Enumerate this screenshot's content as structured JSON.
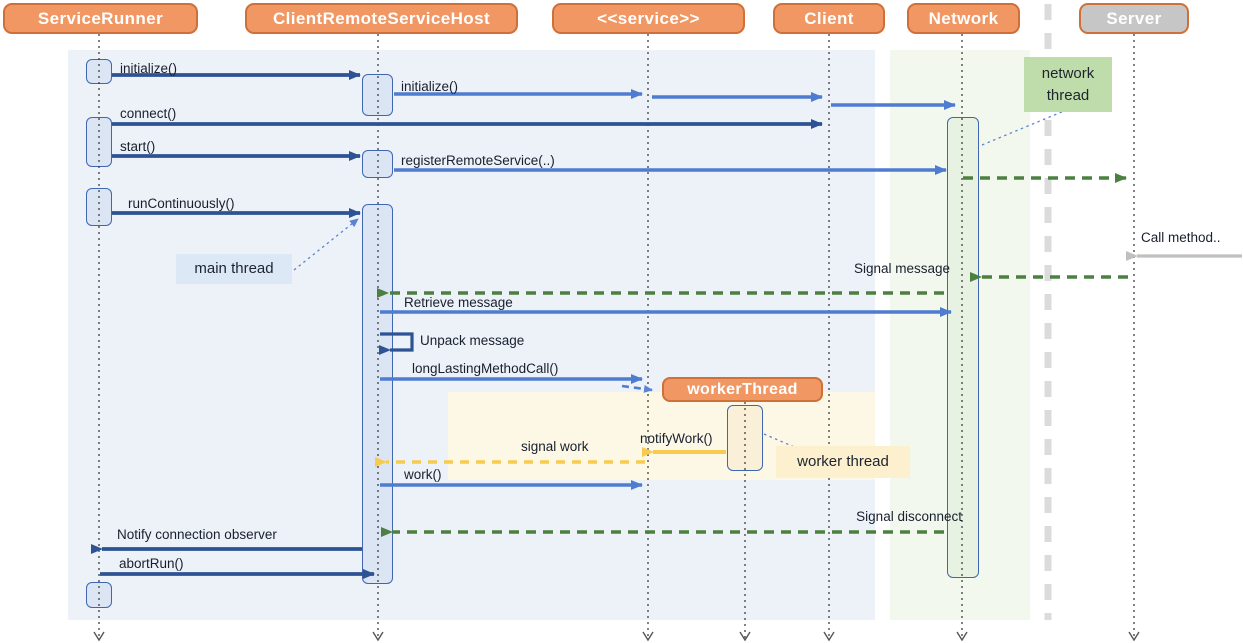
{
  "diagram": {
    "participants": [
      {
        "label": "ServiceRunner",
        "kind": "client"
      },
      {
        "label": "ClientRemoteServiceHost",
        "kind": "client"
      },
      {
        "label": "<<service>>",
        "kind": "client"
      },
      {
        "label": "Client",
        "kind": "client"
      },
      {
        "label": "Network",
        "kind": "client"
      },
      {
        "label": "Server",
        "kind": "server"
      }
    ],
    "spawned": {
      "label": "workerThread"
    },
    "notes": {
      "network_thread": "network thread",
      "main_thread": "main thread",
      "worker_thread": "worker thread"
    },
    "messages": [
      {
        "label": "initialize()",
        "from": "ServiceRunner",
        "to": "ClientRemoteServiceHost",
        "style": "sync"
      },
      {
        "label": "initialize()",
        "from": "ClientRemoteServiceHost",
        "to": "<<service>>",
        "style": "async"
      },
      {
        "label": "",
        "from": "<<service>>",
        "to": "Client",
        "style": "async"
      },
      {
        "label": "",
        "from": "Client",
        "to": "Network",
        "style": "async"
      },
      {
        "label": "connect()",
        "from": "ServiceRunner",
        "to": "Client",
        "style": "sync"
      },
      {
        "label": "start()",
        "from": "ServiceRunner",
        "to": "ClientRemoteServiceHost",
        "style": "sync"
      },
      {
        "label": "registerRemoteService(..)",
        "from": "ClientRemoteServiceHost",
        "to": "Network",
        "style": "async"
      },
      {
        "label": "",
        "from": "Network",
        "to": "Server",
        "style": "signal-dashed"
      },
      {
        "label": "runContinuously()",
        "from": "ServiceRunner",
        "to": "ClientRemoteServiceHost",
        "style": "sync"
      },
      {
        "label": "Call method..",
        "from": "external",
        "to": "Server",
        "style": "external"
      },
      {
        "label": "Signal message",
        "from": "Server",
        "to": "Network",
        "style": "signal-dashed"
      },
      {
        "label": "",
        "from": "Network",
        "to": "ClientRemoteServiceHost",
        "style": "signal-dashed"
      },
      {
        "label": "Retrieve message",
        "from": "ClientRemoteServiceHost",
        "to": "Network",
        "style": "async"
      },
      {
        "label": "Unpack message",
        "from": "ClientRemoteServiceHost",
        "to": "ClientRemoteServiceHost",
        "style": "self"
      },
      {
        "label": "longLastingMethodCall()",
        "from": "ClientRemoteServiceHost",
        "to": "<<service>>",
        "style": "async"
      },
      {
        "label": "",
        "from": "<<service>>",
        "to": "workerThread",
        "style": "spawn-dashed"
      },
      {
        "label": "notifyWork()",
        "from": "workerThread",
        "to": "<<service>>",
        "style": "worker"
      },
      {
        "label": "signal work",
        "from": "<<service>>",
        "to": "ClientRemoteServiceHost",
        "style": "worker-dashed"
      },
      {
        "label": "work()",
        "from": "ClientRemoteServiceHost",
        "to": "<<service>>",
        "style": "async"
      },
      {
        "label": "Signal disconnect",
        "from": "Network",
        "to": "ClientRemoteServiceHost",
        "style": "signal-dashed"
      },
      {
        "label": "Notify connection observer",
        "from": "ClientRemoteServiceHost",
        "to": "ServiceRunner",
        "style": "sync"
      },
      {
        "label": "abortRun()",
        "from": "ServiceRunner",
        "to": "ClientRemoteServiceHost",
        "style": "sync"
      }
    ],
    "colors": {
      "participant_fill": "#F09763",
      "participant_border": "#CE7038",
      "server_fill": "#C6C6C6",
      "sync_arrow": "#2D5394",
      "async_arrow": "#4E7CD0",
      "signal_arrow": "#4C8040",
      "worker_arrow": "#F7CB4F",
      "external_arrow": "#C0C0C0",
      "activation_fill": "#DBE5F4",
      "activation_border": "#3F66AE",
      "network_activation_fill": "#E8F2E2",
      "worker_activation_fill": "#FAF0D8",
      "note_network_thread": "#BFDCAB",
      "note_main_thread": "#DCE8F6",
      "note_worker_thread": "#FCF0CE",
      "panel_client_side": "#EDF1F8",
      "panel_network": "#F3F8EE",
      "panel_worker": "#FDF8E5",
      "separator": "#DBDBDB"
    }
  }
}
